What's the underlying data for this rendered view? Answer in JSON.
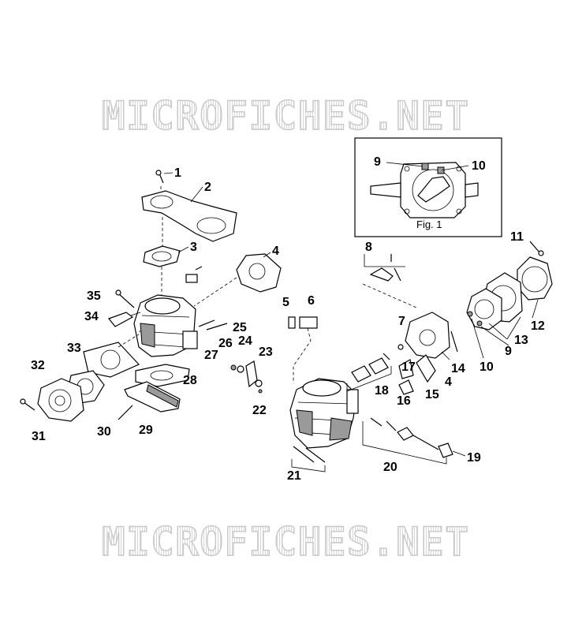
{
  "watermark": {
    "top_text": "MICROFICHES.NET",
    "bottom_text": "MICROFICHES.NET"
  },
  "inset": {
    "caption": "Fig. 1",
    "labels": [
      "9",
      "10"
    ]
  },
  "part_labels": [
    "1",
    "2",
    "3",
    "4",
    "35",
    "34",
    "33",
    "32",
    "31",
    "30",
    "29",
    "28",
    "27",
    "26",
    "24",
    "23",
    "25",
    "22",
    "5",
    "6",
    "8",
    "7",
    "17",
    "4",
    "15",
    "16",
    "18",
    "14",
    "11",
    "12",
    "13",
    "9",
    "10",
    "21",
    "20",
    "19"
  ]
}
